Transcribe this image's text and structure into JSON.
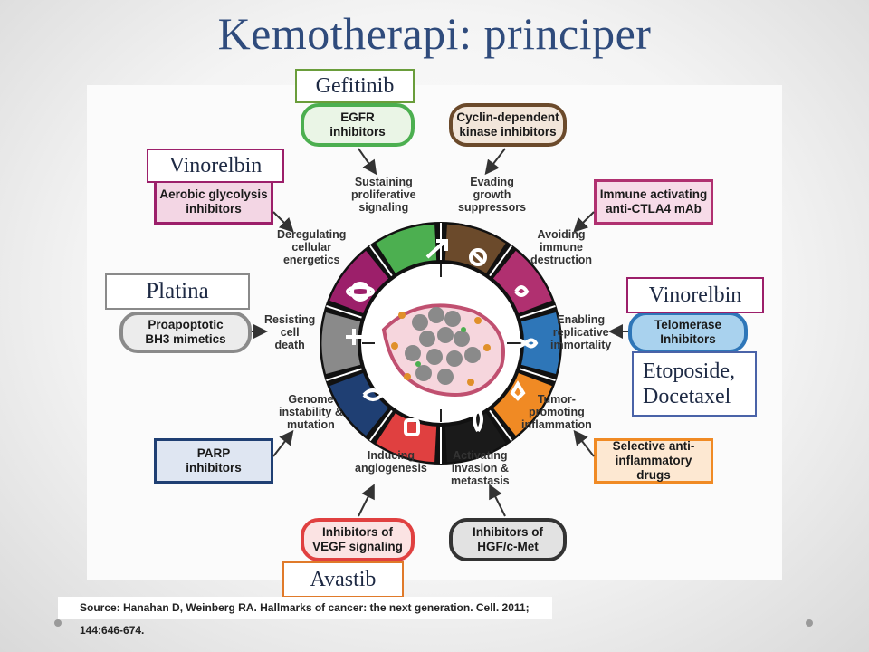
{
  "title": "Kemotherapi: principer",
  "drug_labels": {
    "gefitinib": "Gefitinib",
    "vinorelbin_left": "Vinorelbin",
    "platina": "Platina",
    "vinorelbin_right": "Vinorelbin",
    "etoposide_line1": "Etoposide,",
    "etoposide_line2": "Docetaxel",
    "avastib": "Avastib"
  },
  "therapy_boxes": {
    "egfr": [
      "EGFR",
      "inhibitors"
    ],
    "cdk": [
      "Cyclin-dependent",
      "kinase inhibitors"
    ],
    "aerobic": [
      "Aerobic glycolysis",
      "inhibitors"
    ],
    "immune": [
      "Immune activating",
      "anti-CTLA4 mAb"
    ],
    "proapoptotic": [
      "Proapoptotic",
      "BH3 mimetics"
    ],
    "telomerase": [
      "Telomerase",
      "Inhibitors"
    ],
    "parp": [
      "PARP",
      "inhibitors"
    ],
    "selective": [
      "Selective anti-",
      "inflammatory drugs"
    ],
    "vegf": [
      "Inhibitors of",
      "VEGF signaling"
    ],
    "hgf": [
      "Inhibitors of",
      "HGF/c-Met"
    ]
  },
  "hallmarks": {
    "sustaining": [
      "Sustaining",
      "proliferative",
      "signaling"
    ],
    "evading": [
      "Evading",
      "growth",
      "suppressors"
    ],
    "deregulating": [
      "Deregulating",
      "cellular",
      "energetics"
    ],
    "avoiding": [
      "Avoiding",
      "immune",
      "destruction"
    ],
    "resisting": [
      "Resisting",
      "cell",
      "death"
    ],
    "enabling": [
      "Enabling",
      "replicative",
      "immortality"
    ],
    "genome": [
      "Genome",
      "instability &",
      "mutation"
    ],
    "tumor": [
      "Tumor-",
      "promoting",
      "inflammation"
    ],
    "inducing": [
      "Inducing",
      "angiogenesis"
    ],
    "activating": [
      "Activating",
      "invasion &",
      "metastasis"
    ]
  },
  "source": "Source: Hanahan D, Weinberg RA. Hallmarks of cancer: the next generation. Cell. 2011; 144:646-674.",
  "colors": {
    "title": "#2f4b7c",
    "green": "#4caf50",
    "brown": "#6b4a2b",
    "magenta": "#b03070",
    "blue": "#2e76b8",
    "gray": "#7a7a7a",
    "navy": "#1f3f73",
    "orange": "#f08a24",
    "red": "#e04040",
    "black": "#1a1a1a"
  }
}
